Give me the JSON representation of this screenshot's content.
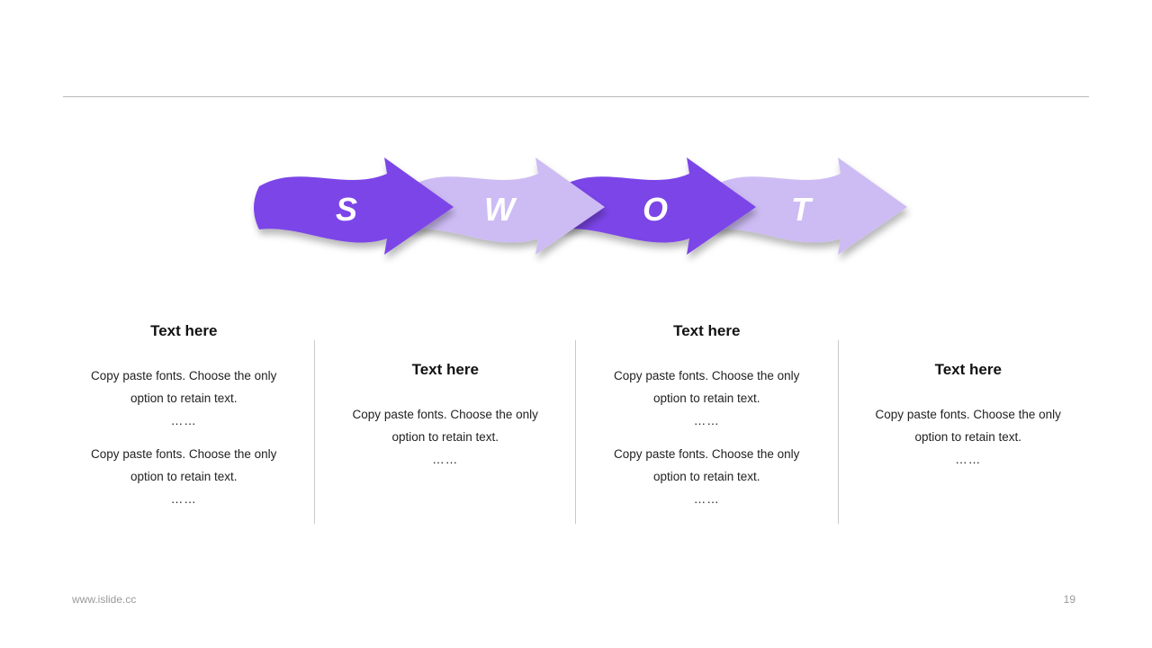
{
  "slide": {
    "footer_url": "www.islide.cc",
    "page_number": "19"
  },
  "swot": {
    "letters": [
      "S",
      "W",
      "O",
      "T"
    ],
    "colors": {
      "dark": "#7c45e8",
      "light": "#cdbcf4",
      "letter": "#ffffff"
    }
  },
  "columns": [
    {
      "title": "Text here",
      "blocks": [
        {
          "text": "Copy paste fonts. Choose the only option to retain text.",
          "more": "……"
        },
        {
          "text": "Copy paste fonts. Choose the only option to retain text.",
          "more": "……"
        }
      ]
    },
    {
      "title": "Text here",
      "blocks": [
        {
          "text": "Copy paste fonts. Choose the only option to retain text.",
          "more": "……"
        }
      ]
    },
    {
      "title": "Text here",
      "blocks": [
        {
          "text": "Copy paste fonts. Choose the only option to retain text.",
          "more": "……"
        },
        {
          "text": "Copy paste fonts. Choose the only option to retain text.",
          "more": "……"
        }
      ]
    },
    {
      "title": "Text here",
      "blocks": [
        {
          "text": "Copy paste fonts. Choose the only option to retain text.",
          "more": "……"
        }
      ]
    }
  ]
}
